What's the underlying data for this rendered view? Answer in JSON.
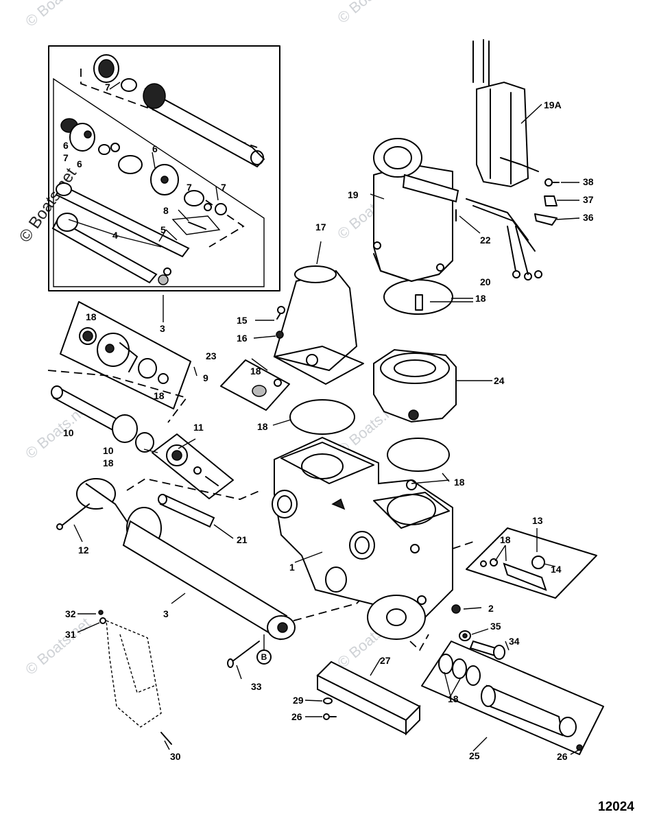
{
  "watermark": "© Boats.net",
  "reference_number": "12024",
  "callouts": [
    "1",
    "2",
    "3",
    "3",
    "4",
    "5",
    "6",
    "6",
    "6",
    "7",
    "7",
    "7",
    "7",
    "8",
    "9",
    "10",
    "10",
    "11",
    "12",
    "13",
    "14",
    "15",
    "16",
    "17",
    "18",
    "18",
    "18",
    "18",
    "18",
    "18",
    "18",
    "18",
    "18",
    "19",
    "19A",
    "20",
    "21",
    "22",
    "23",
    "24",
    "25",
    "26",
    "26",
    "27",
    "29",
    "30",
    "31",
    "32",
    "33",
    "34",
    "35",
    "36",
    "37",
    "38"
  ],
  "detail_bubble": "B"
}
